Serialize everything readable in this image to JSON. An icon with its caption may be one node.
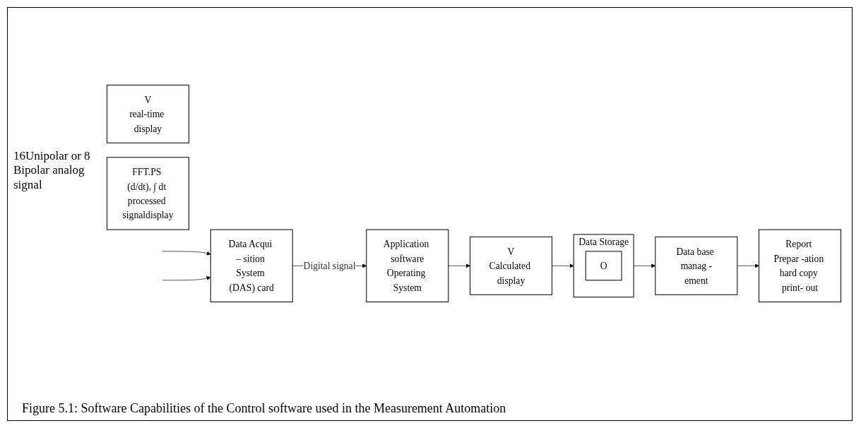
{
  "diagram": {
    "caption": "Figure 5.1: Software Capabilities of the Control software used in the Measurement Automation",
    "nodes": [
      {
        "text": [
          "Data Acqui – sition System (DAS) card"
        ]
      },
      {
        "text": [
          "Application software",
          "Operating System"
        ]
      },
      {
        "text": [
          "V",
          "real-time display"
        ]
      },
      {
        "text": [
          "V",
          "Calculated display"
        ]
      },
      {
        "text": [
          "FFT.PS (d/dt), ∫ dt processed signaldisplay"
        ]
      },
      {
        "text": [
          "Data Storage"
        ]
      },
      {
        "text": [
          "O"
        ],
        "in": 5
      },
      {
        "text": [
          "Data base manag -ement"
        ]
      },
      {
        "text": [
          "Report Prepar -ation hard copy print- out"
        ]
      }
    ],
    "edges": [
      {
        "from": null,
        "to": 0,
        "arrow": "to"
      },
      {
        "from": null,
        "to": 0,
        "arrow": "to"
      },
      {
        "from": 0,
        "to": 1,
        "arrow": "to",
        "label": "Digital signal"
      },
      {
        "from": 1,
        "to": 3,
        "arrow": "to"
      },
      {
        "from": 3,
        "to": 5,
        "arrow": "to"
      },
      {
        "from": 5,
        "to": 7,
        "arrow": "to"
      },
      {
        "from": 7,
        "to": 8,
        "arrow": "to"
      }
    ],
    "labels": [
      "16Unipolar or 8 Bipolar analog signal"
    ]
  }
}
